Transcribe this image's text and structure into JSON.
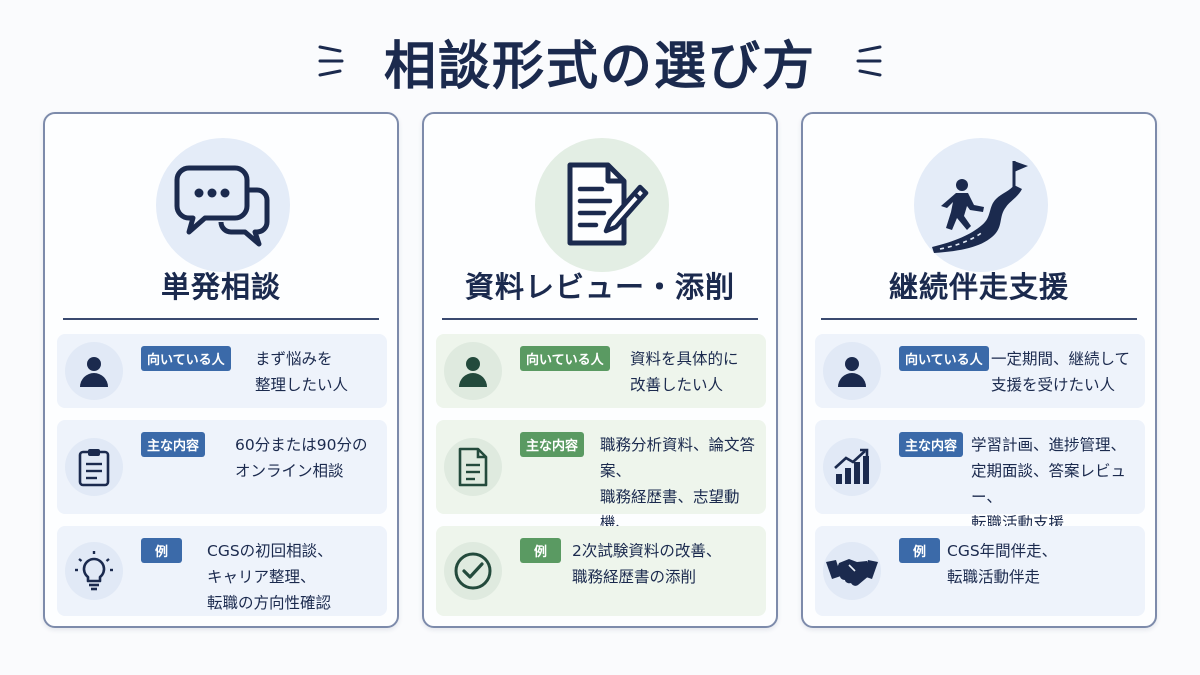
{
  "title": "相談形式の選び方",
  "colors": {
    "navy": "#1b2a4e",
    "blue_badge": "#3b6aa9",
    "green_badge": "#5a9a62"
  },
  "cards": [
    {
      "title": "単発相談",
      "hero_icon": "speech-bubbles-icon",
      "rows": [
        {
          "icon": "person-icon",
          "badge": "向いている人",
          "text": "まず悩みを\n整理したい人"
        },
        {
          "icon": "clipboard-icon",
          "badge": "主な内容",
          "text": "60分または90分の\nオンライン相談"
        },
        {
          "icon": "lightbulb-icon",
          "badge": "例",
          "text": "CGSの初回相談、\nキャリア整理、\n転職の方向性確認"
        }
      ]
    },
    {
      "title": "資料レビュー・添削",
      "hero_icon": "document-pen-icon",
      "rows": [
        {
          "icon": "person-icon",
          "badge": "向いている人",
          "text": "資料を具体的に\n改善したい人"
        },
        {
          "icon": "document-icon",
          "badge": "主な内容",
          "text": "職務分析資料、論文答案、\n職務経歴書、志望動機、\n自己PRの確認"
        },
        {
          "icon": "check-circle-icon",
          "badge": "例",
          "text": "2次試験資料の改善、\n職務経歴書の添削"
        }
      ]
    },
    {
      "title": "継続伴走支援",
      "hero_icon": "climber-flag-icon",
      "rows": [
        {
          "icon": "person-icon",
          "badge": "向いている人",
          "text": "一定期間、継続して\n支援を受けたい人"
        },
        {
          "icon": "growth-chart-icon",
          "badge": "主な内容",
          "text": "学習計画、進捗管理、\n定期面談、答案レビュー、\n転職活動支援"
        },
        {
          "icon": "handshake-icon",
          "badge": "例",
          "text": "CGS年間伴走、\n転職活動伴走"
        }
      ]
    }
  ]
}
